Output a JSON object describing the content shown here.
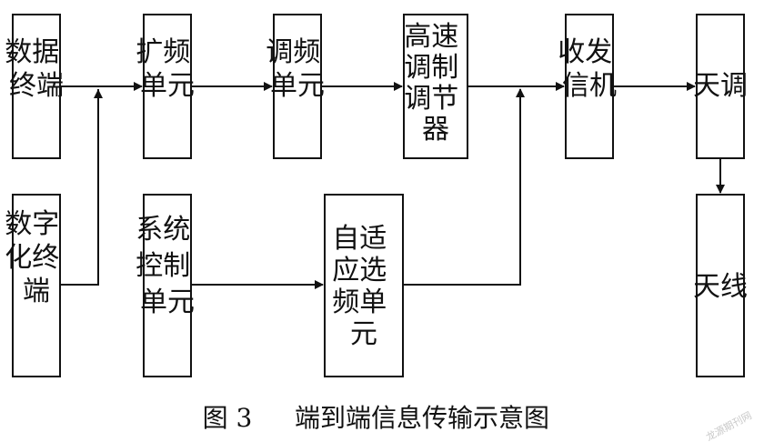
{
  "nodes": [
    {
      "id": "data-terminal",
      "lines": [
        "数据",
        "终端"
      ],
      "cols": 1
    },
    {
      "id": "digital-terminal",
      "lines": [
        "数字",
        "化终",
        "端"
      ],
      "cols": 1
    },
    {
      "id": "spread-unit",
      "lines": [
        "扩频",
        "单元"
      ],
      "cols": 1
    },
    {
      "id": "fm-unit",
      "lines": [
        "调频",
        "单元"
      ],
      "cols": 1
    },
    {
      "id": "hs-modem",
      "lines": [
        "高速",
        "调制",
        "调节",
        "器"
      ],
      "cols": 1
    },
    {
      "id": "transceiver",
      "lines": [
        "收发",
        "信机"
      ],
      "cols": 1
    },
    {
      "id": "antenna-tuner",
      "lines": [
        "天调"
      ],
      "cols": 1
    },
    {
      "id": "antenna",
      "lines": [
        "天线"
      ],
      "cols": 1
    },
    {
      "id": "sys-control",
      "lines": [
        "系统",
        "控制",
        "单元"
      ],
      "cols": 1
    },
    {
      "id": "adaptive-freq",
      "lines": [
        "自适",
        "应选",
        "频单",
        "元"
      ],
      "cols": 2
    }
  ],
  "caption": {
    "figure_label": "图 3",
    "title": "端到端信息传输示意图"
  },
  "watermark": "龙源期刊网",
  "colors": {
    "line": "#111111",
    "text": "#111111",
    "background": "#ffffff",
    "watermark": "#c9c9c9"
  }
}
